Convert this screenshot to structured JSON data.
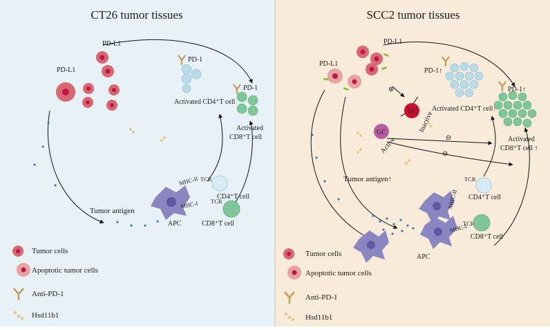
{
  "panels": {
    "left_title": "CT26 tumor tissues",
    "right_title": "SCC2 tumor tissues"
  },
  "left": {
    "pdl1_top": "PD-L1",
    "pdl1_left": "PD-L1",
    "pd1_cd4": "PD-1",
    "pd1_cd8": "PD-1",
    "activated_cd4": "Activated CD4⁺T cell",
    "activated_cd8_line1": "Activated",
    "activated_cd8_line2": "CD8⁺T cell",
    "mhc2": "MHC-II",
    "mhc1": "MHC-I",
    "tcr_top": "TCR",
    "tcr_bottom": "TCR",
    "cd4_cell": "CD4⁺T cell",
    "cd8_cell": "CD8⁺T cell",
    "tumor_antigen": "Tumor antigen",
    "apc": "APC"
  },
  "right": {
    "pdl1_top": "PD-L1",
    "pdl1_left": "PD-L1",
    "plus": "⊕",
    "gc_inactive": "GC",
    "inactive": "Inactive",
    "gc_active": "GC",
    "active": "Active",
    "minus1": "⊖",
    "minus2": "⊖",
    "pd1_cd4": "PD-1↑",
    "pd1_cd8": "PD-1↑",
    "activated_cd4": "Activated CD4⁺T cell↑",
    "activated_cd8_line1": "Activated",
    "activated_cd8_line2": "CD8⁺T cell ↑",
    "tumor_antigen": "Tumor antigen↑",
    "mhc2": "MHC-II",
    "mhc1": "MHC-I",
    "tcr_top": "TCR",
    "tcr_bottom": "TCR",
    "cd4_cell": "CD4⁺T cell",
    "cd8_cell": "CD8⁺T cell",
    "apc": "APC"
  },
  "legend_left": {
    "tumor_cells": "Tumor cells",
    "apoptotic": "Apoptotic tumor cells",
    "anti_pd1": "Anti-PD-1",
    "hsd": "Hsd11b1"
  },
  "legend_right": {
    "tumor_cells": "Tumor cells",
    "apoptotic": "Apoptotic tumor cells",
    "anti_pd1": "Anti-PD-1",
    "hsd": "Hsd11b1"
  },
  "colors": {
    "left_bg": "#e8f2f6",
    "right_bg": "#f8ebd9",
    "tumor": "#d9676f",
    "tumor_nucleus": "#c0144d",
    "apoptotic": "#e8a3a0",
    "cd4": "#b9dbe8",
    "cd8": "#7fc79a",
    "apc": "#8a86c2",
    "gc": "#b85aa4",
    "gc_red": "#c8102e",
    "antibody": "#c29a5a",
    "dot": "#2e7fb8"
  }
}
